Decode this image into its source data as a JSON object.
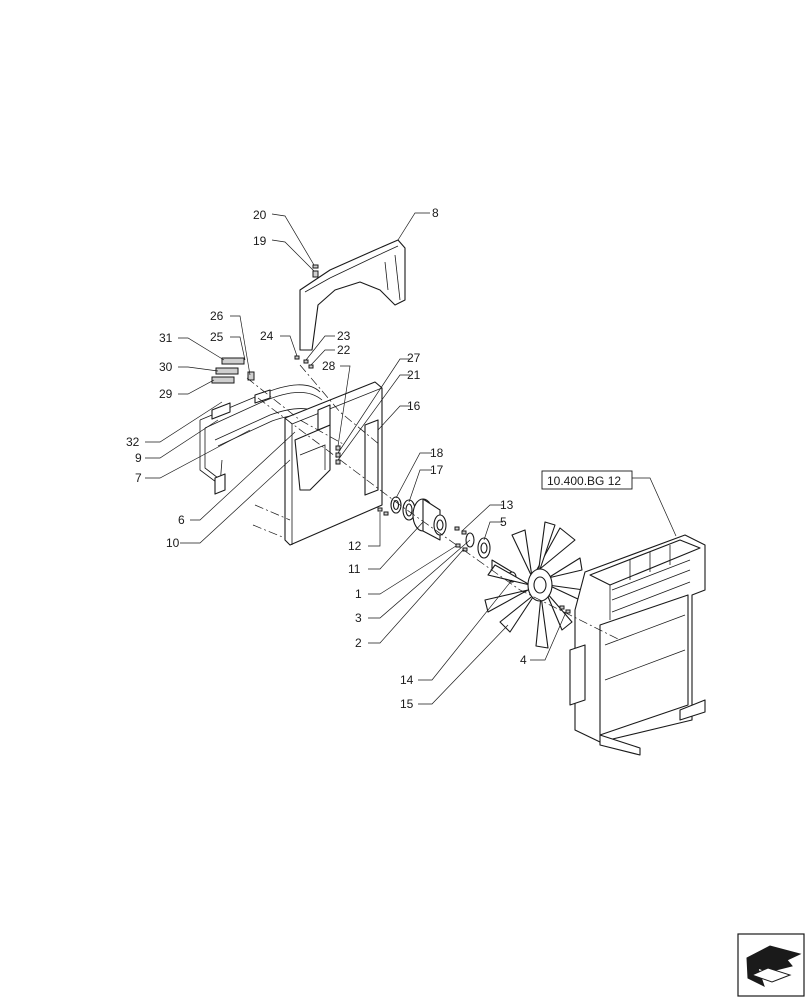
{
  "callouts": [
    {
      "n": "20"
    },
    {
      "n": "19"
    },
    {
      "n": "8"
    },
    {
      "n": "26"
    },
    {
      "n": "24"
    },
    {
      "n": "23"
    },
    {
      "n": "22"
    },
    {
      "n": "31"
    },
    {
      "n": "25"
    },
    {
      "n": "30"
    },
    {
      "n": "29"
    },
    {
      "n": "32"
    },
    {
      "n": "9"
    },
    {
      "n": "7"
    },
    {
      "n": "28"
    },
    {
      "n": "27"
    },
    {
      "n": "21"
    },
    {
      "n": "16"
    },
    {
      "n": "6"
    },
    {
      "n": "10"
    },
    {
      "n": "18"
    },
    {
      "n": "17"
    },
    {
      "n": "12"
    },
    {
      "n": "13"
    },
    {
      "n": "5"
    },
    {
      "n": "11"
    },
    {
      "n": "1"
    },
    {
      "n": "3"
    },
    {
      "n": "2"
    },
    {
      "n": "14"
    },
    {
      "n": "15"
    },
    {
      "n": "4"
    }
  ],
  "reference": {
    "label": "10.400.BG 12"
  },
  "icons": {
    "navigation": "next-page-arrow-icon"
  }
}
